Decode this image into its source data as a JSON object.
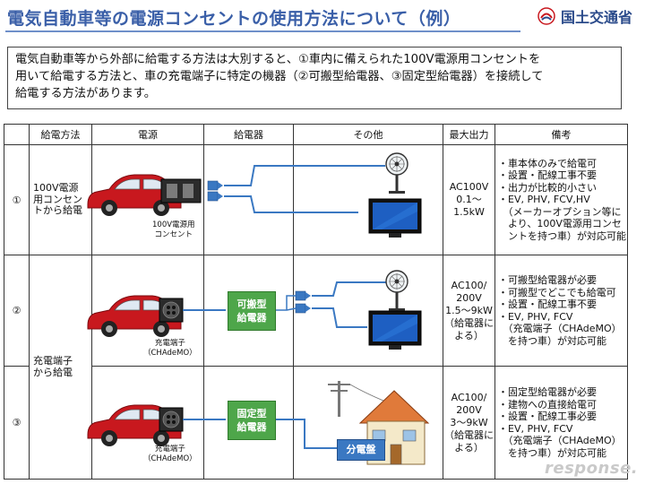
{
  "header": {
    "title": "電気自動車等の電源コンセントの使用方法について（例）",
    "ministry": "国土交通省"
  },
  "intro": {
    "line1": "電気自動車等から外部に給電する方法は大別すると、①車内に備えられた100V電源用コンセントを",
    "line2": "用いて給電する方法と、車の充電端子に特定の機器（②可搬型給電器、③固定型給電器）を接続して",
    "line3": "給電する方法があります。"
  },
  "table": {
    "headers": [
      "",
      "給電方法",
      "電源",
      "給電器",
      "その他",
      "最大出力",
      "備考"
    ],
    "rows": [
      {
        "num": "①",
        "method_lines": [
          "100V電源",
          "用コンセン",
          "トから給電"
        ],
        "source_label_lines": [
          "100V電源用",
          "コンセント"
        ],
        "output_lines": [
          "AC100V",
          "0.1～",
          "1.5kW"
        ],
        "notes": [
          "・車本体のみで給電可",
          "・設置・配線工事不要",
          "・出力が比較的小さい",
          "・EV, PHV, FCV,HV",
          "　（メーカーオプション等に",
          "　より、100V電源用コンセ",
          "　ントを持つ車）が対応可能"
        ]
      },
      {
        "num": "②",
        "source_label_lines": [
          "充電端子",
          "（CHAdeMO）"
        ],
        "supplier_lines": [
          "可搬型",
          "給電器"
        ],
        "output_lines": [
          "AC100/",
          "200V",
          "1.5～9kW",
          "（給電器に",
          "よる）"
        ],
        "notes": [
          "・可搬型給電器が必要",
          "・可搬型でどこでも給電可",
          "・設置・配線工事不要",
          "・EV, PHV,  FCV",
          "　（充電端子（CHAdeMO）",
          "　を持つ車）が対応可能"
        ]
      },
      {
        "num": "③",
        "source_label_lines": [
          "充電端子",
          "（CHAdeMO）"
        ],
        "supplier_lines": [
          "固定型",
          "給電器"
        ],
        "distribution_board": "分電盤",
        "output_lines": [
          "AC100/",
          "200V",
          "3～9kW",
          "（給電器に",
          "よる）"
        ],
        "notes": [
          "・固定型給電器が必要",
          "・建物への直接給電可",
          "・設置・配線工事必要",
          "・EV, PHV,  FCV",
          "　（充電端子（CHAdeMO）",
          "　を持つ車）が対応可能"
        ]
      }
    ],
    "shared_method_lines": [
      "充電端子",
      "から給電"
    ]
  },
  "watermark": "response.",
  "colors": {
    "title": "#3a5fa8",
    "car": "#c8181e",
    "supplier_green": "#4ea64a",
    "cable_blue": "#3a78c2",
    "dist_board": "#3a78c2"
  },
  "icons": [
    "car-icon",
    "outlet-icon",
    "plug-icon",
    "fan-icon",
    "tv-icon",
    "charge-port-icon",
    "house-icon",
    "utility-pole-icon"
  ]
}
